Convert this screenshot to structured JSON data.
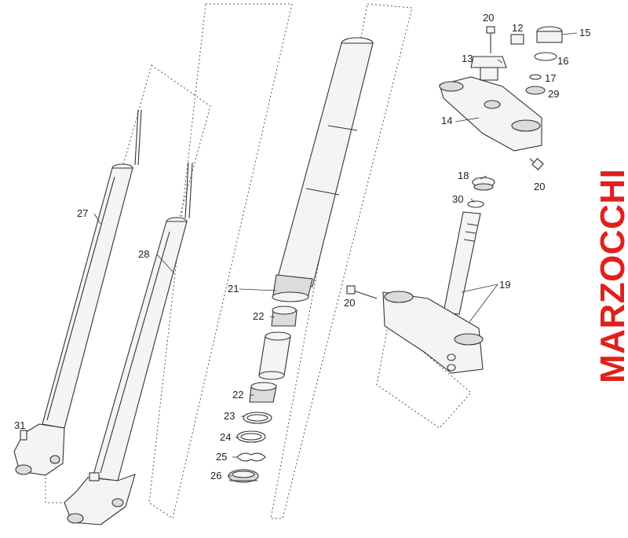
{
  "diagram": {
    "brand_text": "MARZOCCHI",
    "brand_color": "#e0201b",
    "callouts": {
      "c27": "27",
      "c28": "28",
      "c31": "31",
      "c21": "21",
      "c22a": "22",
      "c22b": "22",
      "c23": "23",
      "c24": "24",
      "c25": "25",
      "c26": "26",
      "c20a": "20",
      "c12": "12",
      "c15": "15",
      "c13": "13",
      "c16": "16",
      "c17": "17",
      "c29": "29",
      "c14": "14",
      "c20b": "20",
      "c18": "18",
      "c30": "30",
      "c20c": "20",
      "c19": "19"
    }
  }
}
